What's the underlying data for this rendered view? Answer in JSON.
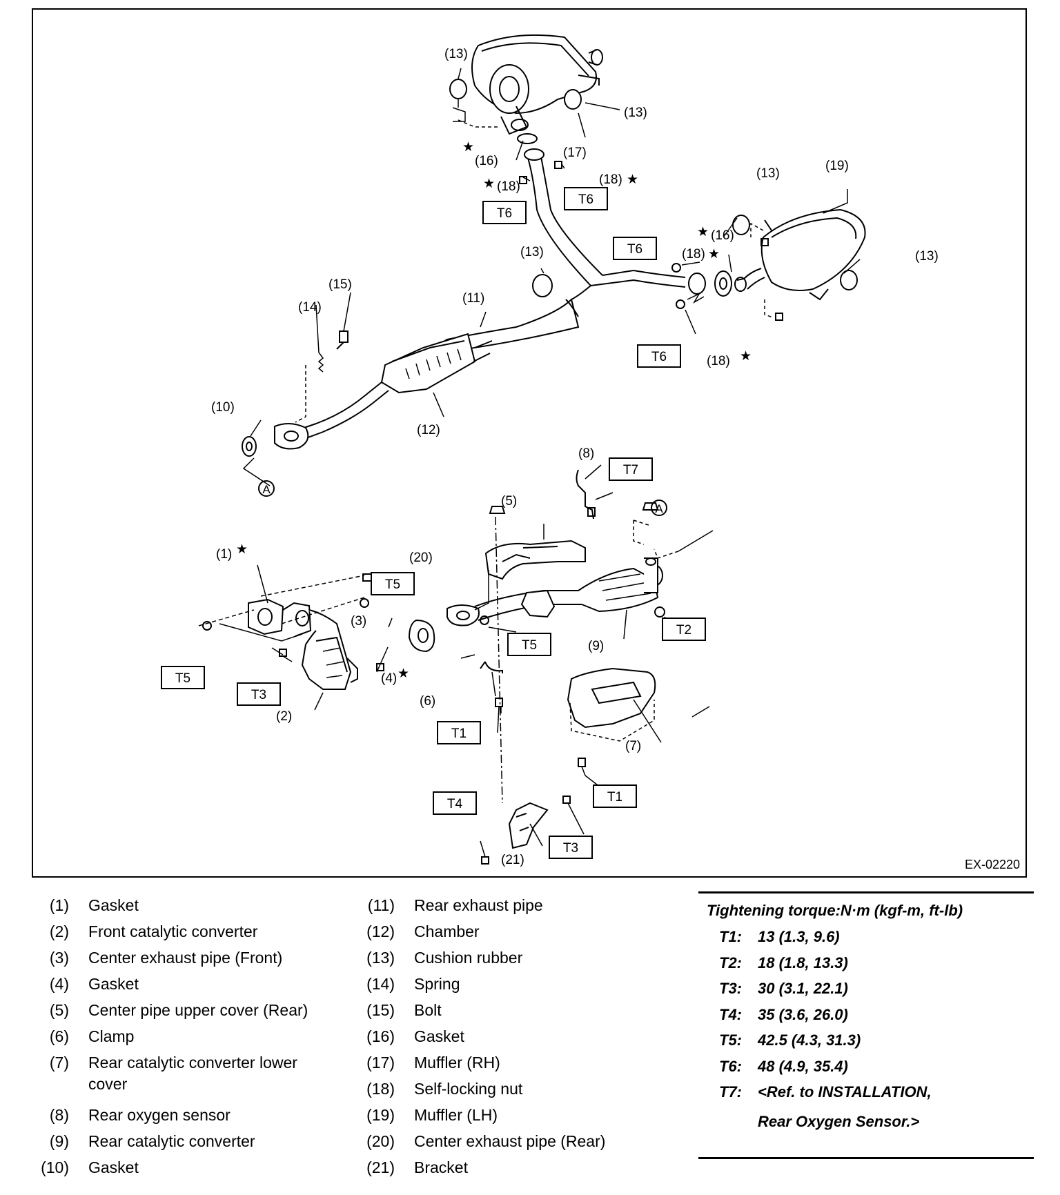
{
  "figure_id": "EX-02220",
  "callouts": {
    "c1": "(1)",
    "c2": "(2)",
    "c3": "(3)",
    "c4": "(4)",
    "c5": "(5)",
    "c6": "(6)",
    "c7": "(7)",
    "c8": "(8)",
    "c9": "(9)",
    "c10": "(10)",
    "c11": "(11)",
    "c12": "(12)",
    "c13": "(13)",
    "c14": "(14)",
    "c15": "(15)",
    "c16": "(16)",
    "c17": "(17)",
    "c18": "(18)",
    "c19": "(19)",
    "c20": "(20)",
    "c21": "(21)",
    "A": "A",
    "star": "★"
  },
  "torque_tags": {
    "T1": "T1",
    "T2": "T2",
    "T3": "T3",
    "T4": "T4",
    "T5": "T5",
    "T6": "T6",
    "T7": "T7"
  },
  "legend_left": [
    {
      "num": "(1)",
      "label": "Gasket"
    },
    {
      "num": "(2)",
      "label": "Front catalytic converter"
    },
    {
      "num": "(3)",
      "label": "Center exhaust pipe (Front)"
    },
    {
      "num": "(4)",
      "label": "Gasket"
    },
    {
      "num": "(5)",
      "label": "Center pipe upper cover (Rear)"
    },
    {
      "num": "(6)",
      "label": "Clamp"
    },
    {
      "num": "(7)",
      "label": "Rear catalytic converter lower cover"
    },
    {
      "num": "(8)",
      "label": "Rear oxygen sensor"
    },
    {
      "num": "(9)",
      "label": "Rear catalytic converter"
    },
    {
      "num": "(10)",
      "label": "Gasket"
    }
  ],
  "legend_right": [
    {
      "num": "(11)",
      "label": "Rear exhaust pipe"
    },
    {
      "num": "(12)",
      "label": "Chamber"
    },
    {
      "num": "(13)",
      "label": "Cushion rubber"
    },
    {
      "num": "(14)",
      "label": "Spring"
    },
    {
      "num": "(15)",
      "label": "Bolt"
    },
    {
      "num": "(16)",
      "label": "Gasket"
    },
    {
      "num": "(17)",
      "label": "Muffler (RH)"
    },
    {
      "num": "(18)",
      "label": "Self-locking nut"
    },
    {
      "num": "(19)",
      "label": "Muffler (LH)"
    },
    {
      "num": "(20)",
      "label": "Center exhaust pipe (Rear)"
    },
    {
      "num": "(21)",
      "label": "Bracket"
    }
  ],
  "torque": {
    "title": "Tightening torque:N·m (kgf-m, ft-lb)",
    "rows": [
      {
        "key": "T1:",
        "value": "13 (1.3, 9.6)"
      },
      {
        "key": "T2:",
        "value": "18 (1.8, 13.3)"
      },
      {
        "key": "T3:",
        "value": "30 (3.1, 22.1)"
      },
      {
        "key": "T4:",
        "value": "35 (3.6, 26.0)"
      },
      {
        "key": "T5:",
        "value": "42.5 (4.3, 31.3)"
      },
      {
        "key": "T6:",
        "value": "48 (4.9, 35.4)"
      },
      {
        "key": "T7:",
        "value": "<Ref. to INSTALLATION,"
      }
    ],
    "note": "Rear Oxygen Sensor.>"
  }
}
